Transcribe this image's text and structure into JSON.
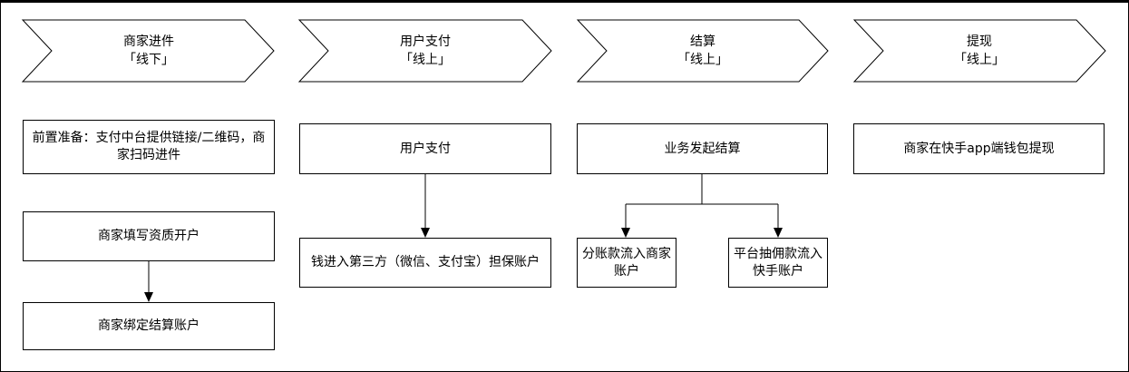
{
  "stages": [
    {
      "title": "商家进件",
      "mode": "「线下」"
    },
    {
      "title": "用户支付",
      "mode": "「线上」"
    },
    {
      "title": "结算",
      "mode": "「线上」"
    },
    {
      "title": "提现",
      "mode": "「线上」"
    }
  ],
  "steps": {
    "prep": "前置准备：支付中台提供链接/二维码，商家扫码进件",
    "fill_account": "商家填写资质开户",
    "bind_account": "商家绑定结算账户",
    "user_pay": "用户支付",
    "escrow": "钱进入第三方（微信、支付宝）担保账户",
    "start_settle": "业务发起结算",
    "split_to_merchant": "分账款流入商家账户",
    "commission": "平台抽佣款流入快手账户",
    "withdraw": "商家在快手app端钱包提现"
  }
}
